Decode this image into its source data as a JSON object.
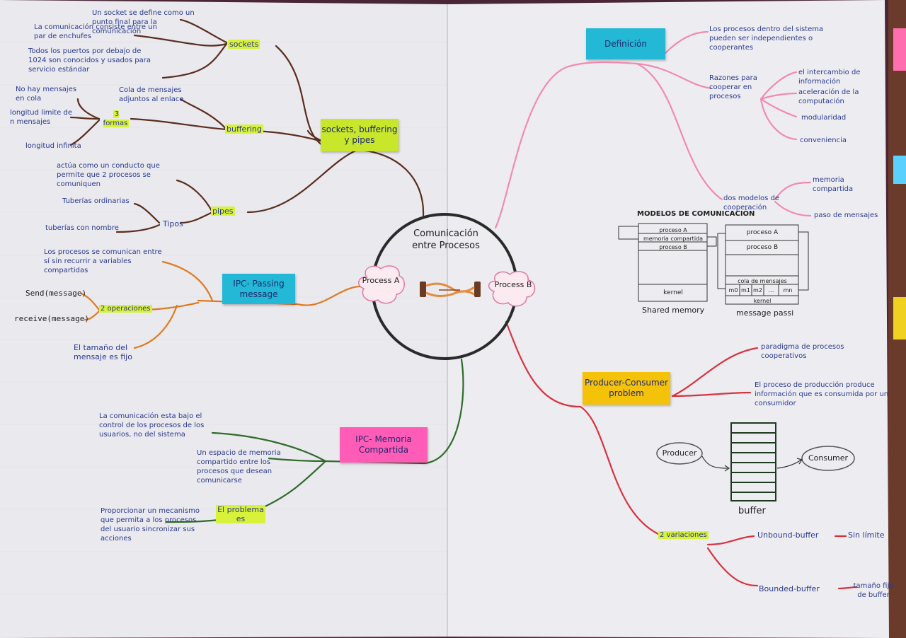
{
  "center": {
    "title": "Comunicación entre Procesos",
    "process_a": "Process A",
    "process_b": "Process B"
  },
  "branches": {
    "sockets_buffering_pipes": "sockets, buffering y pipes",
    "ipc_passing": "IPC- Passing message",
    "ipc_memoria": "IPC- Memoria Compartida",
    "definicion": "Definición",
    "producer_consumer": "Producer-Consumer problem"
  },
  "sockets": {
    "label": "sockets",
    "notes": [
      "Un socket se define como un punto final para la comunicación",
      "La comunicación consiste entre un par de enchufes",
      "Todos los puertos por debajo de 1024 son conocidos y usados para servicio estándar"
    ]
  },
  "buffering": {
    "label": "buffering",
    "cola": "Cola de mensajes adjuntos al enlace",
    "formas": "3 formas",
    "forma_items": [
      "No hay mensajes en cola",
      "longitud limite de n mensajes",
      "longitud infinita"
    ]
  },
  "pipes": {
    "label": "pipes",
    "desc": "actúa como un conducto que permite que 2 procesos se comuniquen",
    "tipos": "Tipos",
    "tipo_items": [
      "Tuberías ordinarias",
      "tuberías con nombre"
    ]
  },
  "passing": {
    "desc": "Los procesos se comunican entre sí sin recurrir a variables compartidas",
    "operaciones": "2 operaciones",
    "ops": [
      "Send(message)",
      "receive(message)"
    ],
    "tamano": "El tamaño del mensaje es fijo"
  },
  "memoria": {
    "control": "La comunicación esta bajo el control de los procesos de los usuarios, no del sistema",
    "espacio": "Un espacio de memoria compartido entre los procesos que desean comunicarse",
    "problema": "El problema es",
    "proporcionar": "Proporcionar un mecanismo que permita a los procesos del usuario sincronizar sus acciones"
  },
  "definicion": {
    "procesos": "Los procesos dentro del sistema pueden ser independientes o cooperantes",
    "razones": "Razones para cooperar en procesos",
    "razon_items": [
      "el intercambio de información",
      "aceleración de la computación",
      "modularidad",
      "conveniencia"
    ],
    "modelos": "dos modelos de cooperación",
    "modelo_items": [
      "memoria compartida",
      "paso de mensajes"
    ]
  },
  "modelos_diagram": {
    "title": "MODELOS DE COMUNICACIÓN",
    "shared": [
      "proceso A",
      "memoria compartida",
      "proceso B",
      "kernel"
    ],
    "shared_caption": "Shared memory",
    "message": [
      "proceso A",
      "proceso B",
      "cola de mensajes",
      "kernel"
    ],
    "queue_cells": [
      "m0",
      "m1",
      "m2",
      "...",
      "mn"
    ],
    "message_caption": "message passi"
  },
  "producer": {
    "paradigma": "paradigma de procesos cooperativos",
    "proceso": "El proceso de producción produce información que es consumida por un consumidor",
    "producer": "Producer",
    "consumer": "Consumer",
    "buffer": "buffer",
    "variaciones": "2 variaciones",
    "unbound": "Unbound-buffer",
    "sin_limite": "Sin límite",
    "bounded": "Bounded-buffer",
    "tamano_fijo": "tamaño fijo de buffer"
  },
  "colors": {
    "brown": "#5a2e1e",
    "orange": "#e07a22",
    "green": "#2f6b2a",
    "pink": "#f28ab0",
    "red": "#d8323f",
    "ink": "#2b3a8e",
    "lime": "#c8e62a",
    "cyan": "#22b8d6",
    "yellow": "#f5c20a",
    "magenta": "#ff5cb8"
  }
}
